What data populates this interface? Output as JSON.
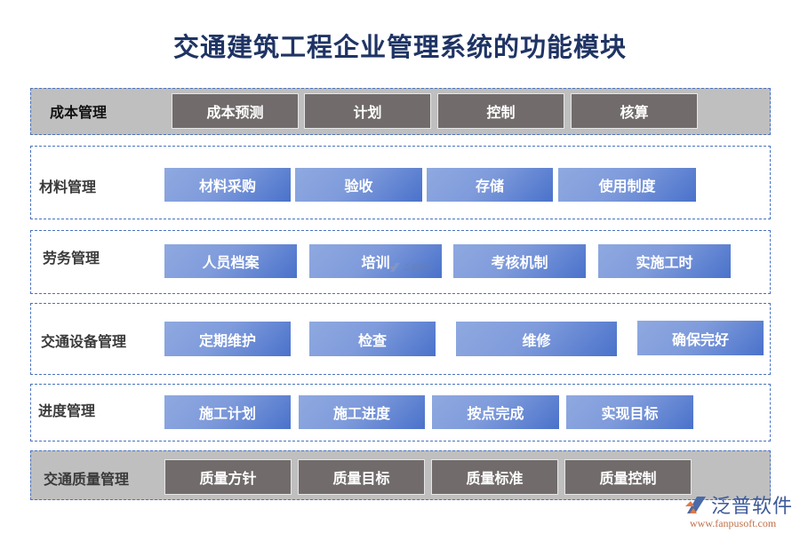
{
  "title": "交通建筑工程企业管理系统的功能模块",
  "sections": [
    {
      "label": "成本管理",
      "style": "gray",
      "items": [
        "成本预测",
        "计划",
        "控制",
        "核算"
      ]
    },
    {
      "label": "材料管理",
      "style": "blue",
      "items": [
        "材料采购",
        "验收",
        "存储",
        "使用制度"
      ]
    },
    {
      "label": "劳务管理",
      "style": "blue",
      "items": [
        "人员档案",
        "培训",
        "考核机制",
        "实施工时"
      ]
    },
    {
      "label": "交通设备管理",
      "style": "blue",
      "items": [
        "定期维护",
        "检查",
        "维修",
        "确保完好"
      ]
    },
    {
      "label": "进度管理",
      "style": "blue",
      "items": [
        "施工计划",
        "施工进度",
        "按点完成",
        "实现目标"
      ]
    },
    {
      "label": "交通质量管理",
      "style": "gray",
      "items": [
        "质量方针",
        "质量目标",
        "质量标准",
        "质量控制"
      ]
    }
  ],
  "watermark": {
    "name": "泛普软件",
    "url": "www.fanpusoft.com"
  },
  "colors": {
    "title": "#1f3464",
    "border": "#4a72c0",
    "gray_bg": "#bfbfbf",
    "dark_box": "#716c6b",
    "blue_box_start": "#8fa9e0",
    "blue_box_end": "#4a72cb",
    "logo_text": "#3d5a9a",
    "logo_url": "#c0704a"
  }
}
